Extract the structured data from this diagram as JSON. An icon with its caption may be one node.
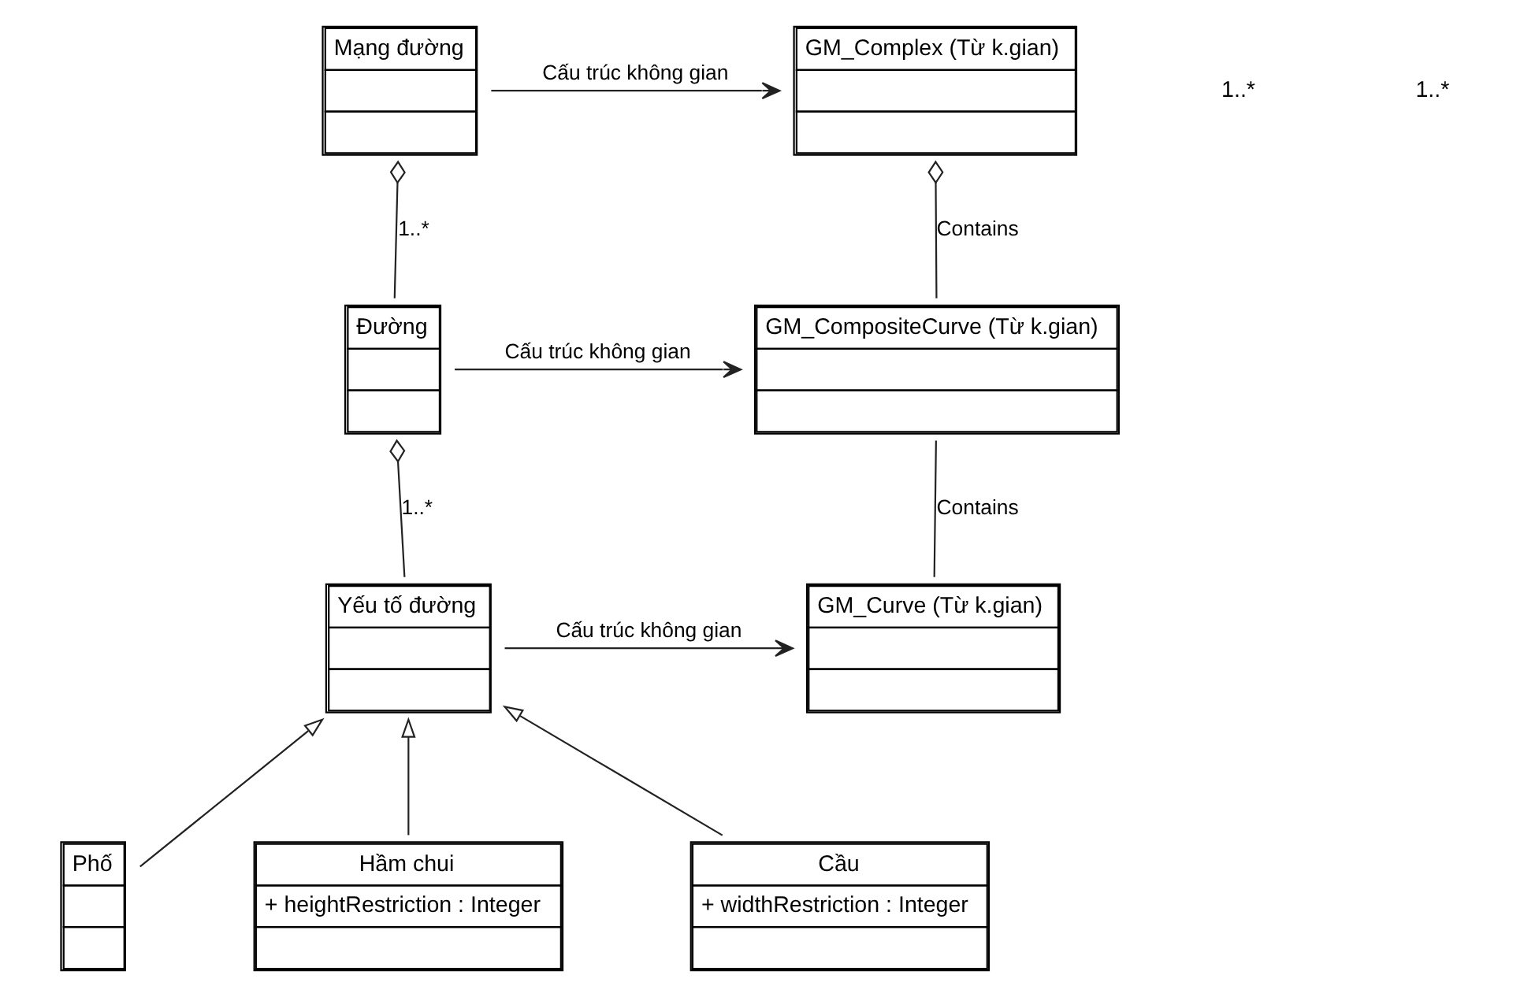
{
  "diagram": {
    "nodes": [
      {
        "text": [
          "Mạng đường"
        ]
      },
      {
        "text": [
          "GM_Complex (Từ k.gian)"
        ]
      },
      {
        "text": [
          "Đường"
        ]
      },
      {
        "text": [
          "GM_CompositeCurve (Từ k.gian)"
        ]
      },
      {
        "text": [
          "Yếu tố đường"
        ]
      },
      {
        "text": [
          "GM_Curve (Từ k.gian)"
        ]
      },
      {
        "text": [
          "Phố"
        ]
      },
      {
        "text": [
          "Hầm chui",
          "+ heightRestriction : Integer"
        ]
      },
      {
        "text": [
          "Cầu",
          "+ widthRestriction : Integer"
        ]
      }
    ],
    "edges": [
      {
        "from": 0,
        "to": 1,
        "arrow": "to",
        "label": "Cấu trúc không gian"
      },
      {
        "from": 0,
        "to": 2,
        "arrow": "other",
        "label": "1..*"
      },
      {
        "from": 1,
        "to": 3,
        "arrow": "other",
        "label": "Contains"
      },
      {
        "from": 2,
        "to": 3,
        "arrow": "to",
        "label": "Cấu trúc không gian"
      },
      {
        "from": 2,
        "to": 4,
        "arrow": "other",
        "label": "1..*"
      },
      {
        "from": 3,
        "to": 5,
        "arrow": "none",
        "label": "Contains"
      },
      {
        "from": 4,
        "to": 5,
        "arrow": "to",
        "label": "Cấu trúc không gian"
      },
      {
        "from": 6,
        "to": 4,
        "arrow": "to"
      },
      {
        "from": 7,
        "to": 4,
        "arrow": "to"
      },
      {
        "from": 8,
        "to": 4,
        "arrow": "to"
      }
    ],
    "labels": [
      "1..*",
      "1..*"
    ]
  }
}
